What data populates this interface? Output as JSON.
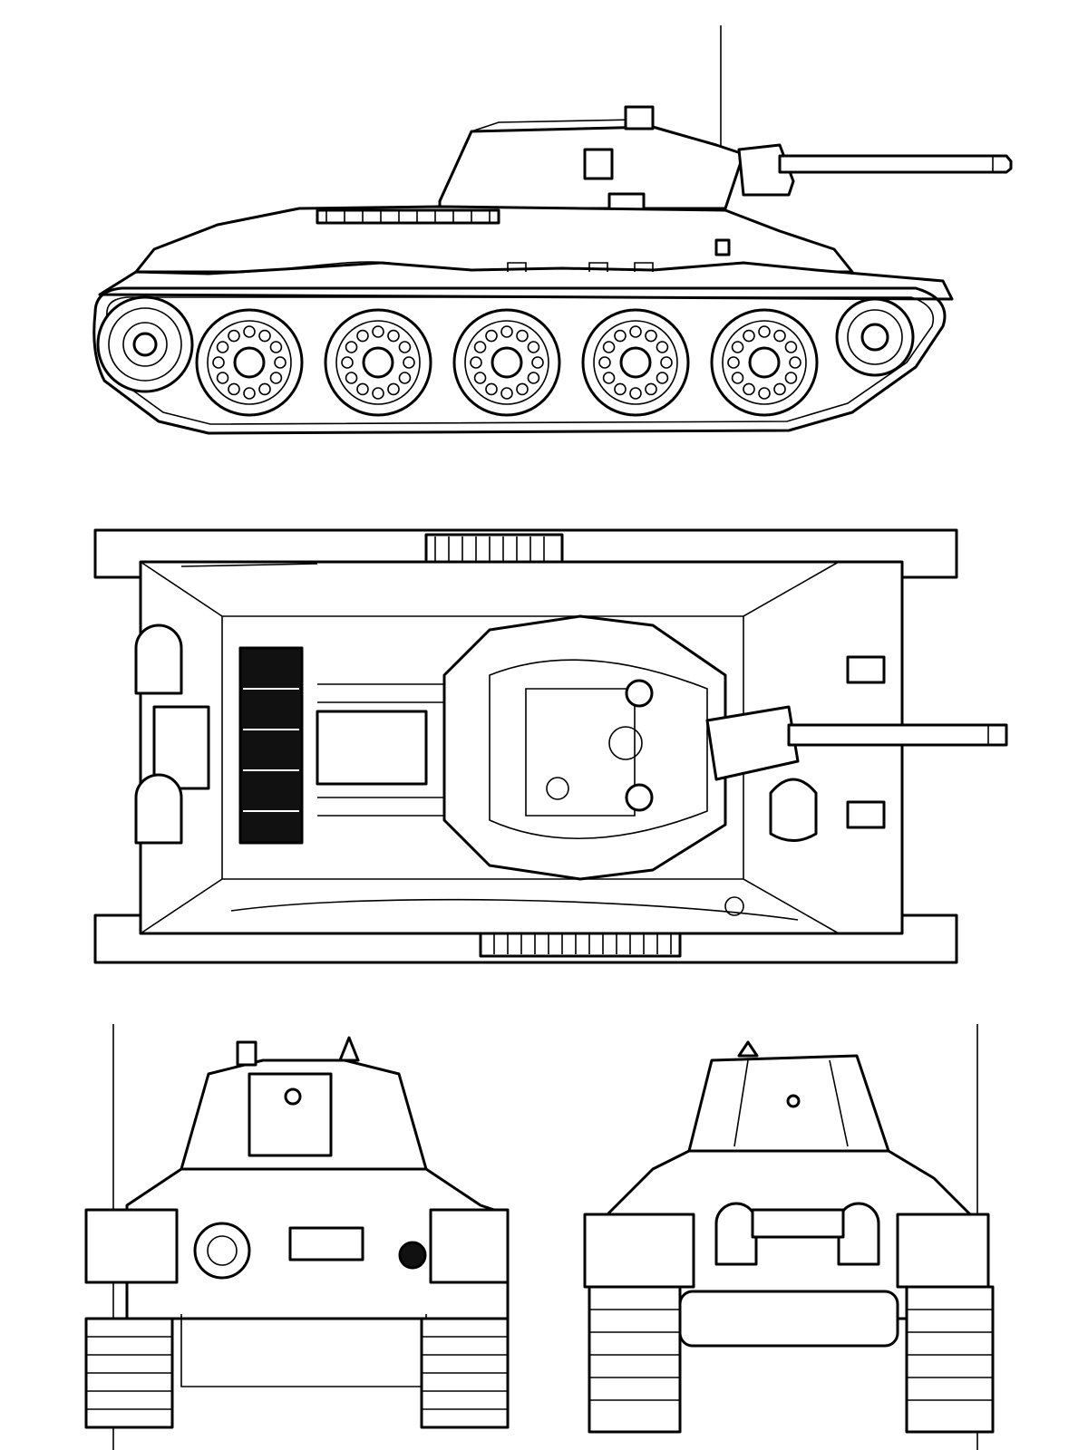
{
  "drawing": {
    "subject": "",
    "views": [
      {
        "id": "side",
        "name": "side-view"
      },
      {
        "id": "top",
        "name": "top-view"
      },
      {
        "id": "front",
        "name": "front-view"
      },
      {
        "id": "rear",
        "name": "rear-view"
      }
    ],
    "road_wheel_count": 5,
    "ink_color": "#000000",
    "paper_color": "#ffffff"
  }
}
